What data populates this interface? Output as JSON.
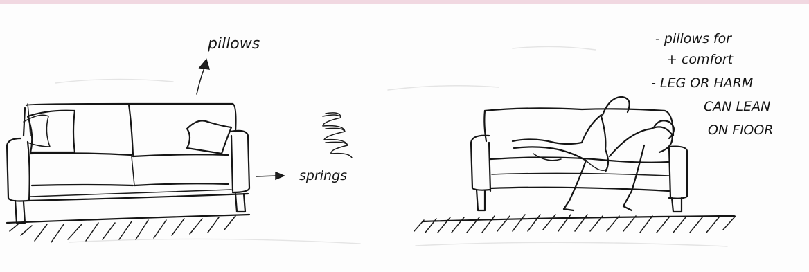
{
  "colors": {
    "top_band": "#f1d8e1",
    "ink": "#151515",
    "paper": "#fdfdfd"
  },
  "labels": {
    "pillows": "pillows",
    "springs": "springs"
  },
  "notes": {
    "line1": "- pillows for",
    "line2": "+ comfort",
    "line3": "- LEG OR HARM",
    "line4": "CAN LEAN",
    "line5": "ON FlOOR"
  }
}
